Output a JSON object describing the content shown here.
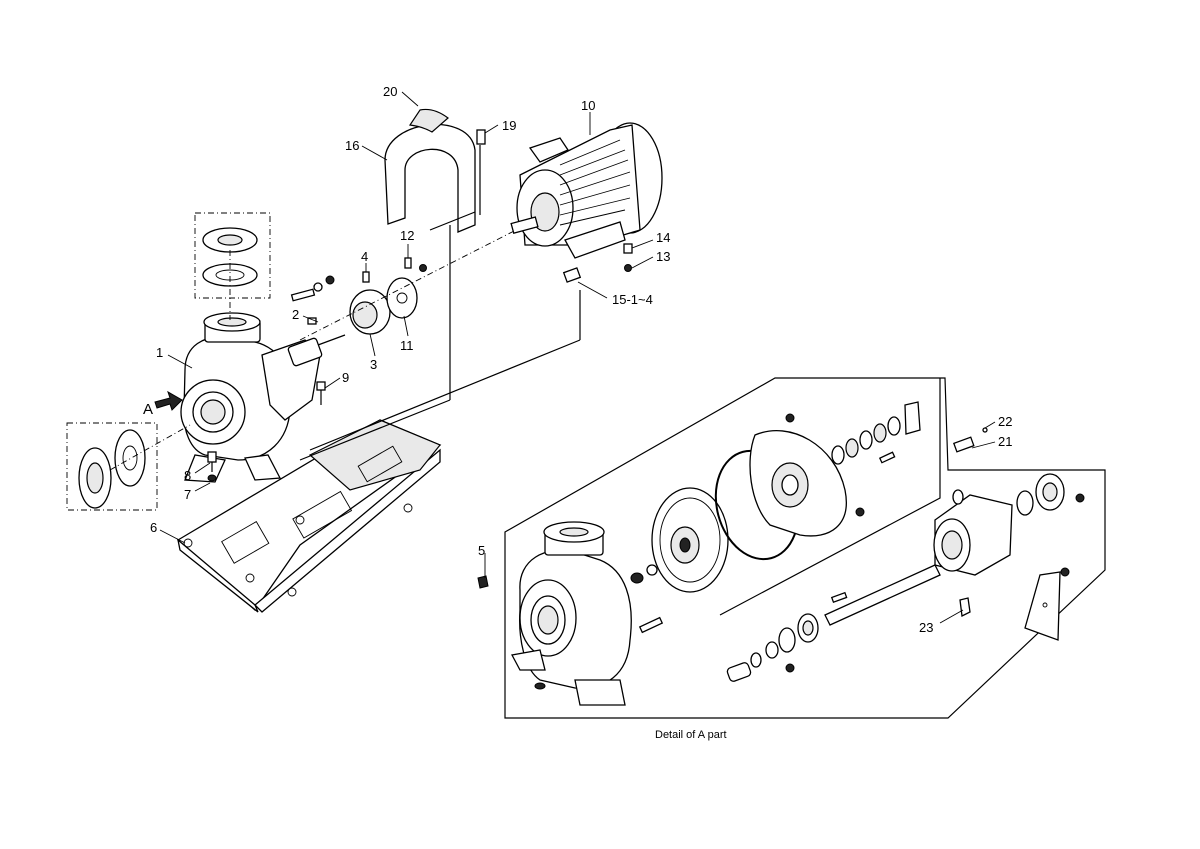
{
  "labels": {
    "p1": "1",
    "p2": "2",
    "p3": "3",
    "p4": "4",
    "p5": "5",
    "p6": "6",
    "p7": "7",
    "p8": "8",
    "p9": "9",
    "p10": "10",
    "p11": "11",
    "p12": "12",
    "p13": "13",
    "p14": "14",
    "p15": "15-1~4",
    "p16": "16",
    "p19": "19",
    "p20": "20",
    "p21": "21",
    "p22": "22",
    "p23": "23",
    "view_a": "A"
  },
  "caption": "Detail of A part"
}
